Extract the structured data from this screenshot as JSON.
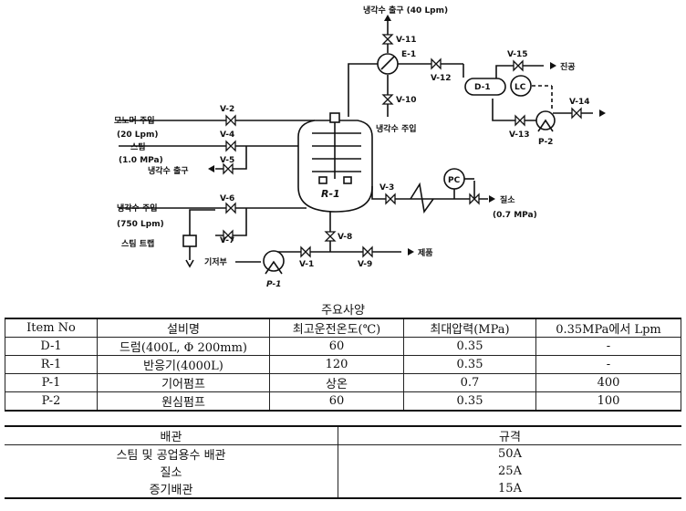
{
  "diagram": {
    "labels": {
      "cooling_water_out_top": "냉각수 출구 (40 Lpm)",
      "v11": "V-11",
      "e1": "E-1",
      "v12": "V-12",
      "v15": "V-15",
      "vacuum": "진공",
      "d1": "D-1",
      "lc": "LC",
      "v14": "V-14",
      "v13": "V-13",
      "p2": "P-2",
      "v10": "V-10",
      "cooling_water_in_top": "냉각수 주입",
      "monomer_in": "모노머 주입",
      "monomer_flow": "(20 Lpm)",
      "v2": "V-2",
      "steam": "스팀",
      "steam_pressure": "(1.0 MPa)",
      "v4": "V-4",
      "v5": "V-5",
      "cooling_water_out_left": "냉각수 출구",
      "cooling_water_in_left": "냉각수 주입",
      "cooling_water_flow": "(750 Lpm)",
      "v6": "V-6",
      "v7": "V-7",
      "steam_trap": "스팀 트랩",
      "r1": "R-1",
      "v3": "V-3",
      "pc": "PC",
      "nitrogen": "질소",
      "nitrogen_pressure": "(0.7 MPa)",
      "v8": "V-8",
      "base": "기저부",
      "v1": "V-1",
      "v9": "V-9",
      "product": "제품",
      "p1": "P-1"
    }
  },
  "equipment_table": {
    "caption": "주요사양",
    "headers": [
      "Item No",
      "설비명",
      "최고운전온도(℃)",
      "최대압력(MPa)",
      "0.35MPa에서 Lpm"
    ],
    "rows": [
      [
        "D-1",
        "드럼(400L, Φ 200mm)",
        "60",
        "0.35",
        "-"
      ],
      [
        "R-1",
        "반응기(4000L)",
        "120",
        "0.35",
        "-"
      ],
      [
        "P-1",
        "기어펌프",
        "상온",
        "0.7",
        "400"
      ],
      [
        "P-2",
        "원심펌프",
        "60",
        "0.35",
        "100"
      ]
    ]
  },
  "piping_table": {
    "headers": [
      "배관",
      "규격"
    ],
    "rows": [
      [
        "스팀 및 공업용수 배관",
        "50A"
      ],
      [
        "질소",
        "25A"
      ],
      [
        "증기배관",
        "15A"
      ]
    ]
  }
}
